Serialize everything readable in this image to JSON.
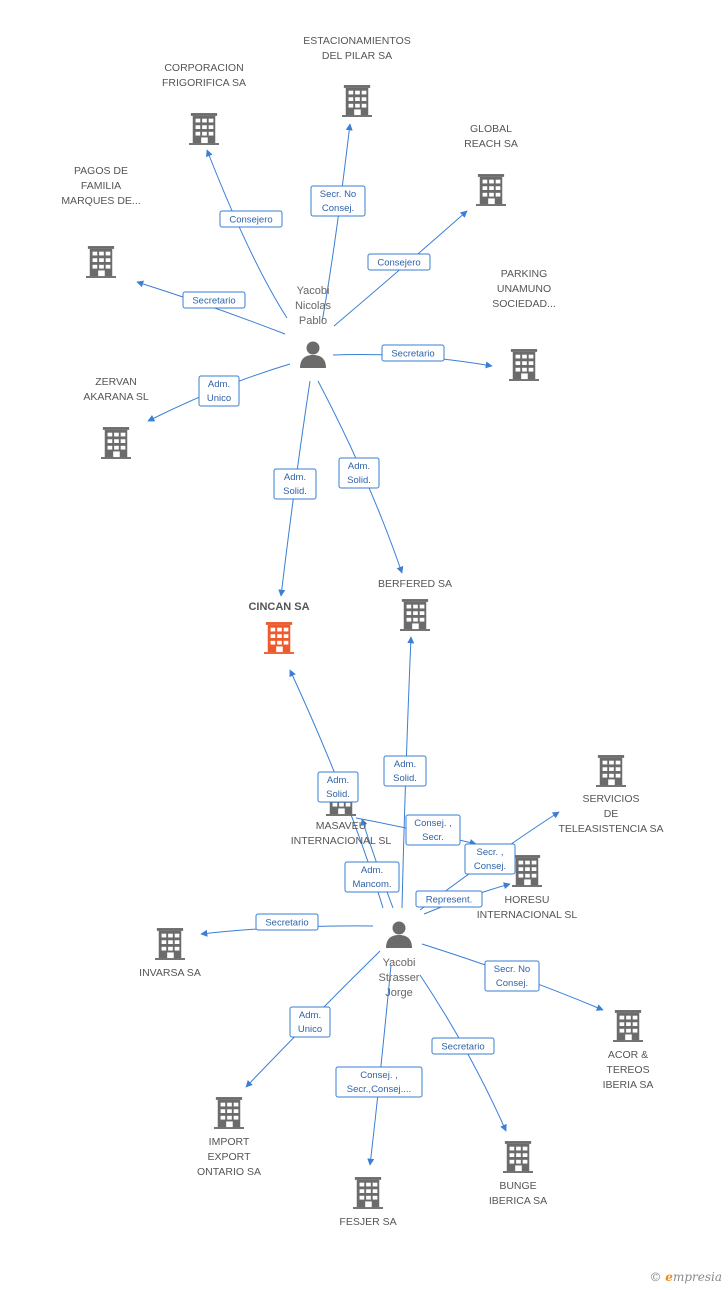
{
  "colors": {
    "edge": "#3a7fd5",
    "company": "#6b6b6b",
    "focus": "#ee5a2b",
    "person": "#6b6b6b"
  },
  "persons": [
    {
      "id": "p1",
      "lines": [
        "Yacobi",
        "Nicolas",
        "Pablo"
      ]
    },
    {
      "id": "p2",
      "lines": [
        "Yacobi",
        "Strasser",
        "Jorge"
      ]
    }
  ],
  "companies": [
    {
      "id": "estacionamientos",
      "lines": [
        "ESTACIONAMIENTOS",
        "DEL PILAR SA"
      ]
    },
    {
      "id": "corporacion",
      "lines": [
        "CORPORACION",
        "FRIGORIFICA SA"
      ]
    },
    {
      "id": "global",
      "lines": [
        "GLOBAL",
        "REACH SA"
      ]
    },
    {
      "id": "pagos",
      "lines": [
        "PAGOS DE",
        "FAMILIA",
        "MARQUES DE..."
      ]
    },
    {
      "id": "parking",
      "lines": [
        "PARKING",
        "UNAMUNO",
        "SOCIEDAD..."
      ]
    },
    {
      "id": "zervan",
      "lines": [
        "ZERVAN",
        "AKARANA SL"
      ]
    },
    {
      "id": "cincan",
      "lines": [
        "CINCAN SA"
      ],
      "focus": true
    },
    {
      "id": "berfered",
      "lines": [
        "BERFERED SA"
      ]
    },
    {
      "id": "servicios",
      "lines": [
        "SERVICIOS",
        "DE",
        "TELEASISTENCIA SA"
      ]
    },
    {
      "id": "masaveu",
      "lines": [
        "MASAVEU",
        "INTERNACIONAL SL"
      ]
    },
    {
      "id": "horesu",
      "lines": [
        "HORESU",
        "INTERNACIONAL SL"
      ]
    },
    {
      "id": "invarsa",
      "lines": [
        "INVARSA SA"
      ]
    },
    {
      "id": "acor",
      "lines": [
        "ACOR &",
        "TEREOS",
        "IBERIA SA"
      ]
    },
    {
      "id": "import",
      "lines": [
        "IMPORT",
        "EXPORT",
        "ONTARIO SA"
      ]
    },
    {
      "id": "fesjer",
      "lines": [
        "FESJER SA"
      ]
    },
    {
      "id": "bunge",
      "lines": [
        "BUNGE",
        "IBERICA SA"
      ]
    }
  ],
  "edges": [
    {
      "from": "p1",
      "to": "corporacion",
      "label": [
        "Consejero"
      ]
    },
    {
      "from": "p1",
      "to": "estacionamientos",
      "label": [
        "Secr.  No",
        "Consej."
      ]
    },
    {
      "from": "p1",
      "to": "global",
      "label": [
        "Consejero"
      ]
    },
    {
      "from": "p1",
      "to": "pagos",
      "label": [
        "Secretario"
      ]
    },
    {
      "from": "p1",
      "to": "parking",
      "label": [
        "Secretario"
      ]
    },
    {
      "from": "p1",
      "to": "zervan",
      "label": [
        "Adm.",
        "Unico"
      ]
    },
    {
      "from": "p1",
      "to": "cincan",
      "label": [
        "Adm.",
        "Solid."
      ]
    },
    {
      "from": "p1",
      "to": "berfered",
      "label": [
        "Adm.",
        "Solid."
      ]
    },
    {
      "from": "p2",
      "to": "cincan",
      "label": [
        "Adm.",
        "Solid."
      ]
    },
    {
      "from": "p2",
      "to": "berfered",
      "label": [
        "Adm.",
        "Solid."
      ]
    },
    {
      "from": "p2",
      "to": "masaveu",
      "label": [
        "Adm.",
        "Mancom."
      ]
    },
    {
      "from": "p2",
      "to": "horesu",
      "label": [
        "Consej. ,",
        "Secr."
      ]
    },
    {
      "from": "p2",
      "to": "servicios",
      "label": [
        "Secr. ,",
        "Consej."
      ]
    },
    {
      "from": "p2",
      "to": "horesu",
      "label": [
        "Represent."
      ]
    },
    {
      "from": "p2",
      "to": "invarsa",
      "label": [
        "Secretario"
      ]
    },
    {
      "from": "p2",
      "to": "acor",
      "label": [
        "Secr.  No",
        "Consej."
      ]
    },
    {
      "from": "p2",
      "to": "import",
      "label": [
        "Adm.",
        "Unico"
      ]
    },
    {
      "from": "p2",
      "to": "fesjer",
      "label": [
        "Consej. ,",
        "Secr.,Consej...."
      ]
    },
    {
      "from": "p2",
      "to": "bunge",
      "label": [
        "Secretario"
      ]
    }
  ],
  "brand": {
    "symbol": "©",
    "initial": "e",
    "rest": "mpresia"
  }
}
